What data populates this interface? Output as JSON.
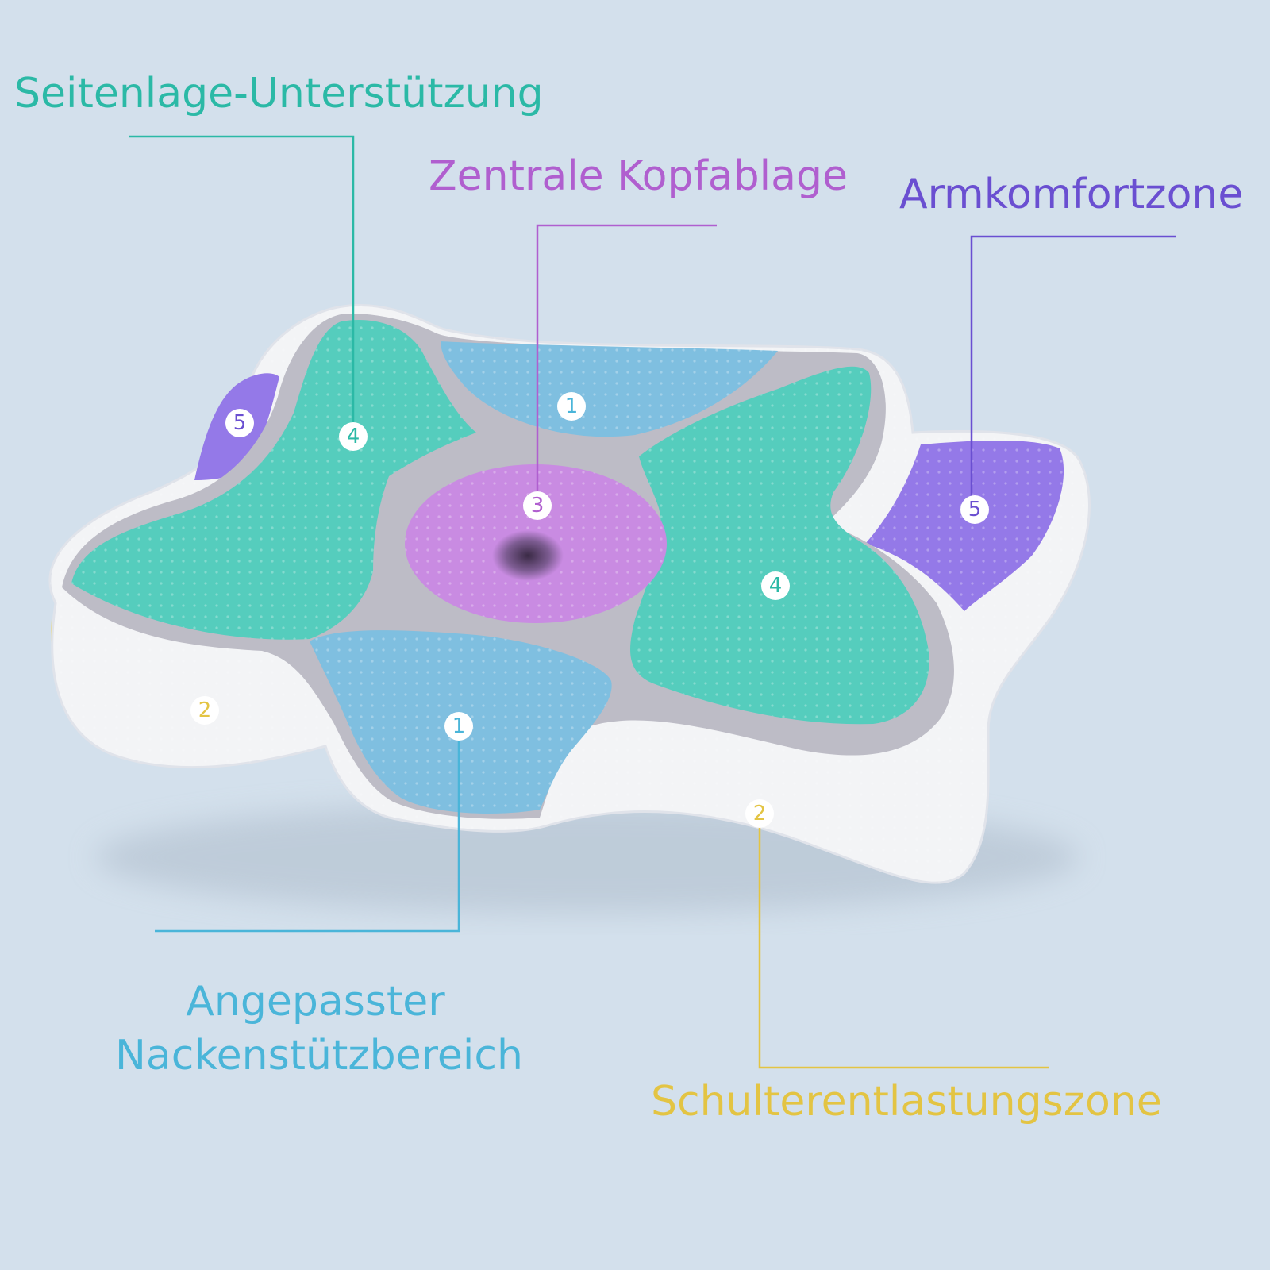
{
  "colors": {
    "background": "#d3e0ec",
    "teal": "#2bb9a6",
    "purple": "#b05fcf",
    "violet": "#6a4fd1",
    "blue": "#4ab5d9",
    "yellow": "#e3c443",
    "zone_teal": "#55cdbd",
    "zone_purple": "#c98be2",
    "zone_violet": "#9479e8",
    "zone_blue": "#7fbfe0",
    "zone_yellow": "#f0d97e",
    "pillow_border": "#bdbcc6",
    "pillow_edge": "#f3f4f6"
  },
  "labels": {
    "side_support": "Seitenlage-Unterstützung",
    "head_rest": "Zentrale Kopfablage",
    "arm_zone": "Armkomfortzone",
    "neck_line1": "Angepasster",
    "neck_line2": "Nackenstützbereich",
    "shoulder_zone": "Schulterentlastungszone"
  },
  "markers": {
    "neck_top": "1",
    "neck_bottom": "1",
    "shoulder_left": "2",
    "shoulder_right": "2",
    "head_center": "3",
    "side_left": "4",
    "side_right": "4",
    "arm_left": "5",
    "arm_right": "5"
  }
}
